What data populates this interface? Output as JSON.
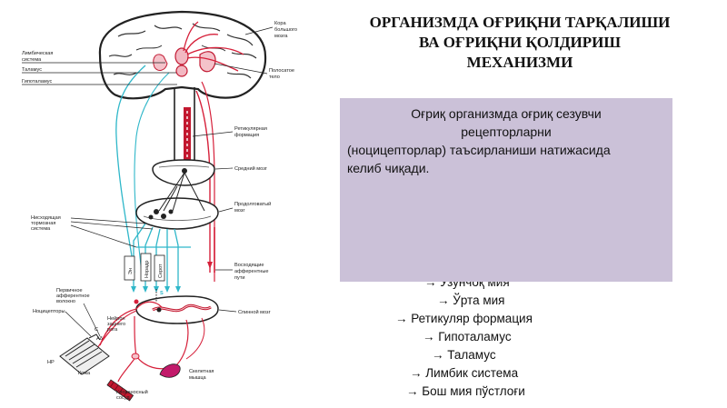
{
  "slide": {
    "title_lines": [
      "ОРГАНИЗМДА ОҒРИҚНИ ТАРҚАЛИШИ",
      "ВА ОҒРИҚНИ ҚОЛДИРИШ",
      "МЕХАНИЗМИ"
    ],
    "box_lines": [
      "Оғриқ  организмда оғриқ сезувчи",
      "рецепторларни",
      "(ноцицепторлар) таъсирланиши  натижасида",
      "келиб чиқади."
    ],
    "pathway": [
      "→ Узунчоқ мия",
      "→ Ўрта мия",
      "→ Ретикуляр формация",
      "→ Гипоталамус",
      "→ Таламус",
      "→ Лимбик система",
      "→ Бош мия пўстлоғи"
    ]
  },
  "diagram": {
    "labels_left": {
      "limbic_1": "Лимбическая",
      "limbic_2": "система",
      "thalamus": "Таламус",
      "hypothalamus": "Гипоталамус",
      "descending_1": "Нисходящая",
      "descending_2": "тормозная",
      "descending_3": "система",
      "primary_1": "Первичное",
      "primary_2": "афферентное",
      "primary_3": "волокно",
      "nociceptors": "Ноцицепторы",
      "neuron_1": "Нейрон",
      "neuron_2": "заднего",
      "neuron_3": "рога",
      "hp": "HP",
      "skin": "Кожа",
      "vessel_1": "Кровеносный",
      "vessel_2": "сосуд",
      "c_fiber": "C",
      "ad_fiber": "Aδ"
    },
    "labels_right": {
      "cortex_1": "Кора",
      "cortex_2": "большого",
      "cortex_3": "мозга",
      "striatum_1": "Полосатое",
      "striatum_2": "тело",
      "reticular_1": "Ретикулярная",
      "reticular_2": "формация",
      "midbrain": "Средний мозг",
      "medulla_1": "Продолговатый",
      "medulla_2": "мозг",
      "ascending_1": "Восходящие",
      "ascending_2": "афферентные",
      "ascending_3": "пути",
      "spinal": "Спинной мозг",
      "muscle_1": "Скелетная",
      "muscle_2": "мышца"
    },
    "mediators": [
      "Эн",
      "Норадр",
      "Серот"
    ],
    "colors": {
      "red": "#d6203a",
      "cyan": "#2fb7c9",
      "ink": "#222222"
    }
  }
}
